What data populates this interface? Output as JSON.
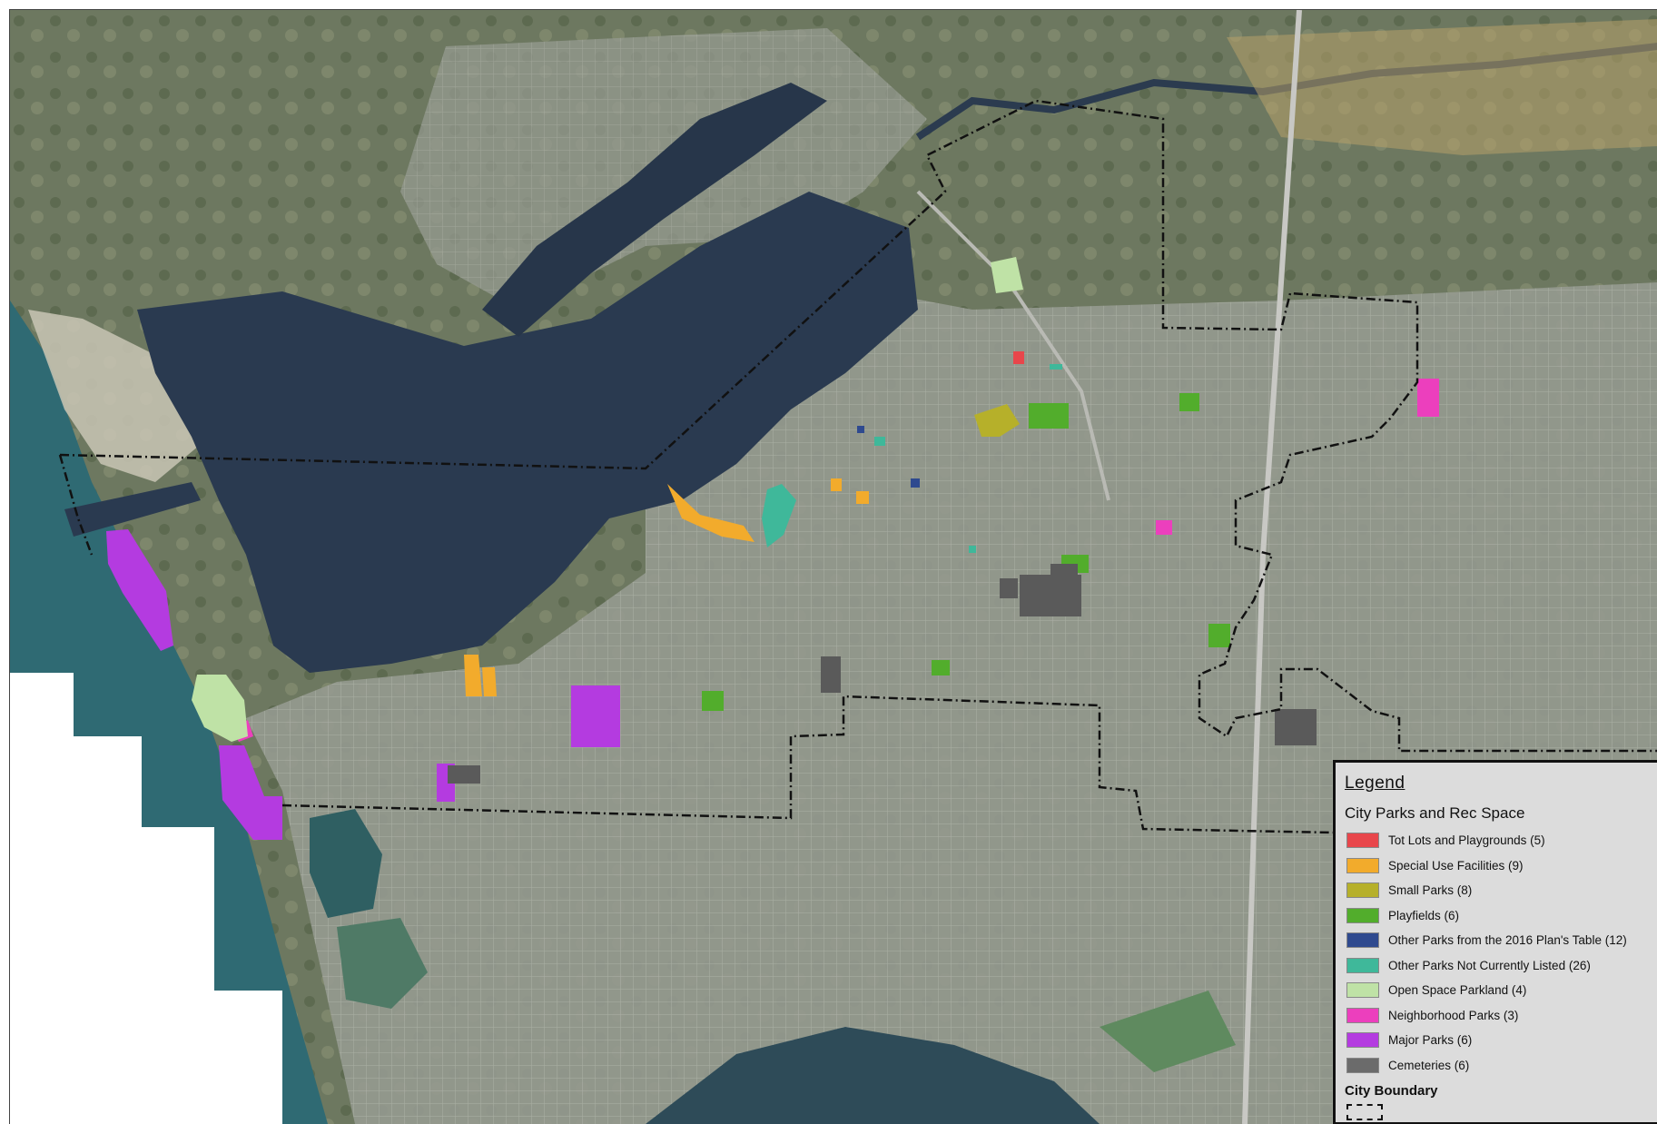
{
  "legend": {
    "title": "Legend",
    "group_title": "City Parks and Rec Space",
    "items": [
      {
        "label": "Tot Lots and Playgrounds (5)",
        "color": "#e8464b"
      },
      {
        "label": "Special Use Facilities (9)",
        "color": "#f2ab2c"
      },
      {
        "label": "Small Parks (8)",
        "color": "#b6b02a"
      },
      {
        "label": "Playfields (6)",
        "color": "#52ad2c"
      },
      {
        "label": "Other Parks from the 2016 Plan's Table (12)",
        "color": "#2f4a8f"
      },
      {
        "label": "Other Parks Not Currently Listed (26)",
        "color": "#3fb89a"
      },
      {
        "label": "Open Space Parkland (4)",
        "color": "#bfe2a6"
      },
      {
        "label": "Neighborhood Parks (3)",
        "color": "#ec3fbd"
      },
      {
        "label": "Major Parks (6)",
        "color": "#b43be0"
      },
      {
        "label": "Cemeteries (6)",
        "color": "#6b6b6b"
      }
    ],
    "boundary_title": "City Boundary"
  },
  "colors": {
    "water": "#2c3d52",
    "lake": "#2e5c6b",
    "land": "#6f7a5e",
    "urban": "#8f948c",
    "boundary": "#111111"
  }
}
